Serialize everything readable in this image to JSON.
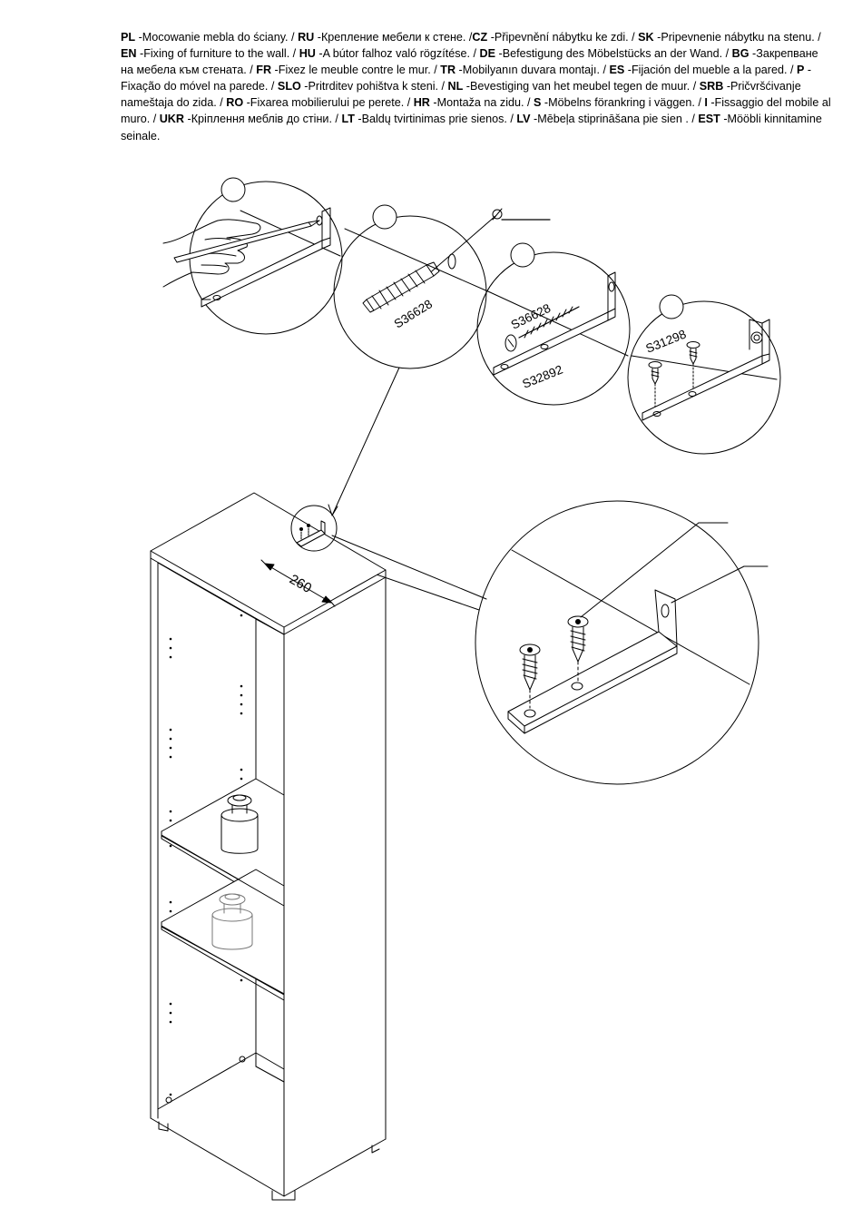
{
  "instructions": [
    {
      "code": "PL",
      "text": " -Mocowanie mebla do ściany. / "
    },
    {
      "code": "RU",
      "text": " -Крепление мебели к стене. /"
    },
    {
      "code": "CZ",
      "text": " -Připevnění nábytku ke zdi. / "
    },
    {
      "code": "SK",
      "text": " -Pripevnenie nábytku na stenu. / "
    },
    {
      "code": "EN",
      "text": " -Fixing of furniture to the wall. / "
    },
    {
      "code": "HU",
      "text": " -A bútor falhoz való rögzítése. / "
    },
    {
      "code": "DE",
      "text": " -Befestigung des Möbelstücks an der Wand. / "
    },
    {
      "code": "BG",
      "text": " -Закрепване на мебела към стената. / "
    },
    {
      "code": "FR",
      "text": " -Fixez le meuble contre le mur. / "
    },
    {
      "code": "TR",
      "text": " -Mobilyanın duvara montajı. / "
    },
    {
      "code": "ES",
      "text": " -Fijación del mueble a la pared. / "
    },
    {
      "code": "P",
      "text": " -Fixação do móvel na parede. / "
    },
    {
      "code": "SLO",
      "text": " -Pritrditev pohištva k steni. / "
    },
    {
      "code": "NL",
      "text": " -Bevestiging van het meubel tegen de muur. / "
    },
    {
      "code": "SRB",
      "text": " -Pričvršćivanje nameštaja do zida. / "
    },
    {
      "code": "RO",
      "text": " -Fixarea mobilierului pe perete. / "
    },
    {
      "code": "HR",
      "text": " -Montaža na zidu. / "
    },
    {
      "code": "S",
      "text": " -Möbelns förankring i väggen. / "
    },
    {
      "code": "I",
      "text": " -Fissaggio del mobile al muro. / "
    },
    {
      "code": "UKR",
      "text": " -Кріплення меблів до стіни. / "
    },
    {
      "code": "LT",
      "text": " -Baldų tvirtinimas prie sienos. / "
    },
    {
      "code": "LV",
      "text": " -Mēbeļa stiprināšana pie sien          . / "
    },
    {
      "code": "EST",
      "text": " -Mööbli kinnitamine seinale."
    }
  ],
  "parts": {
    "dowel": "S36628",
    "long_screw": "S36628",
    "bracket": "S32892",
    "short_screw": "S31298"
  },
  "dimension": "260",
  "diameter_symbol": "∅"
}
